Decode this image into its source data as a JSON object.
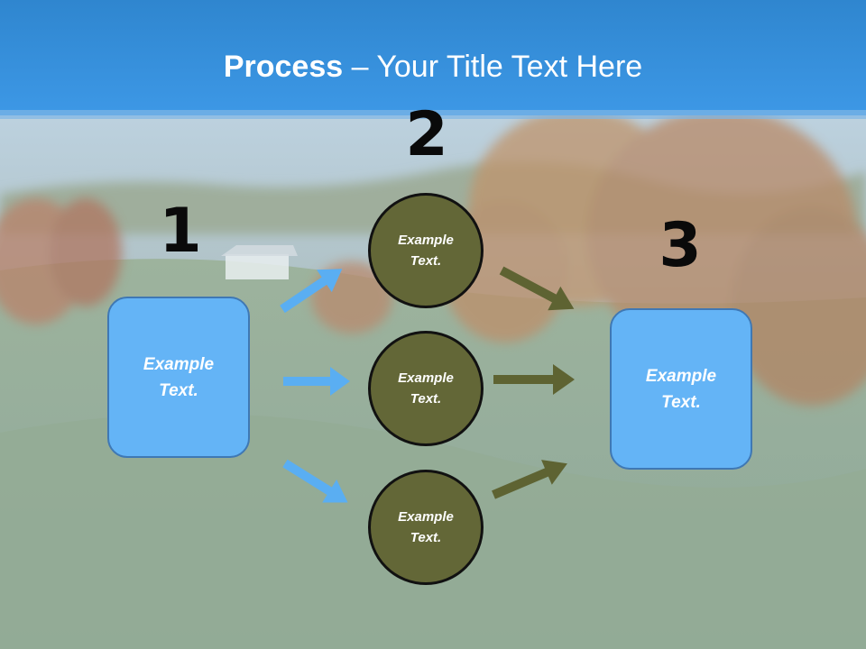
{
  "title": {
    "bold": "Process",
    "rest": " – Your Title Text Here"
  },
  "steps": [
    {
      "number": "1",
      "label": "Example\nText."
    },
    {
      "number": "2",
      "circles": [
        "Example\nText.",
        "Example\nText.",
        "Example\nText."
      ]
    },
    {
      "number": "3",
      "label": "Example\nText."
    }
  ],
  "colors": {
    "sky": "#3d95e0",
    "box_fill": "#64b4f6",
    "circle_fill": "#636737",
    "blue_arrow": "#5aaef2",
    "olive_arrow": "#5e6332"
  },
  "icons": {
    "arrow": "arrow-icon"
  }
}
